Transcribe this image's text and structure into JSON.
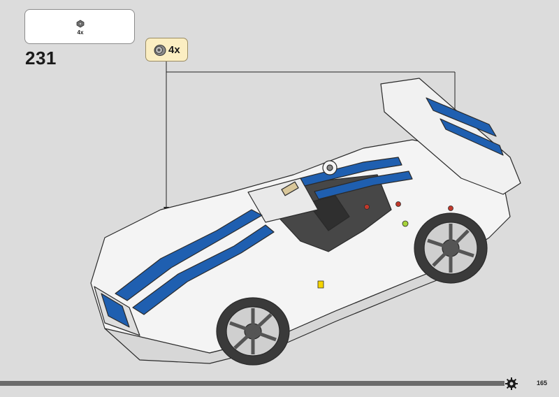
{
  "parts_list": {
    "items": [
      {
        "icon": "bushing-icon",
        "quantity": "4x"
      }
    ]
  },
  "step": {
    "number": "231"
  },
  "callout": {
    "icon": "bushing-icon",
    "quantity": "4x"
  },
  "page": {
    "number": "165"
  },
  "colors": {
    "background": "#dcdcdc",
    "callout_fill": "#fbeec2",
    "stripe_blue": "#1f5fb0",
    "footer_bar": "#6b6b6b"
  }
}
